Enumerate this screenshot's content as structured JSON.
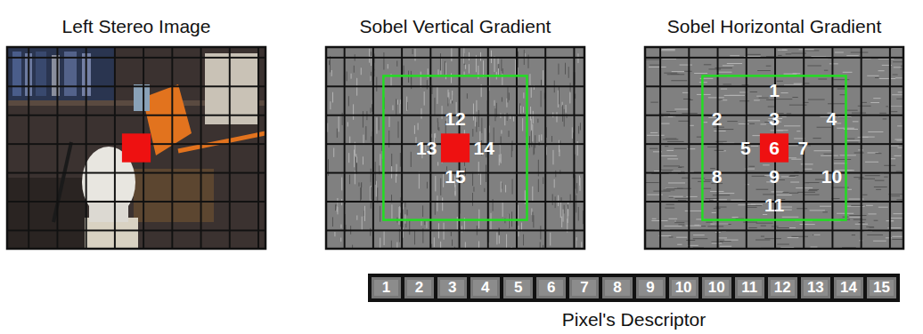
{
  "diagram": {
    "nodes": [
      {
        "text": [
          "Pixel's Descriptor"
        ]
      },
      {
        "text": [
          "1"
        ],
        "in": 0
      },
      {
        "text": [
          "2"
        ],
        "in": 0
      },
      {
        "text": [
          "3"
        ],
        "in": 0
      },
      {
        "text": [
          "4"
        ],
        "in": 0
      },
      {
        "text": [
          "5"
        ],
        "in": 0
      },
      {
        "text": [
          "6"
        ],
        "in": 0
      },
      {
        "text": [
          "7"
        ],
        "in": 0
      },
      {
        "text": [
          "8"
        ],
        "in": 0
      },
      {
        "text": [
          "9"
        ],
        "in": 0
      },
      {
        "text": [
          "10"
        ],
        "in": 0
      },
      {
        "text": [
          "10"
        ],
        "in": 0
      },
      {
        "text": [
          "11"
        ],
        "in": 0
      },
      {
        "text": [
          "12"
        ],
        "in": 0
      },
      {
        "text": [
          "13"
        ],
        "in": 0
      },
      {
        "text": [
          "14"
        ],
        "in": 0
      },
      {
        "text": [
          "15"
        ],
        "in": 0
      }
    ],
    "labels": [
      "Left Stereo Image",
      "Sobel Vertical Gradient",
      "Sobel Horizontal Gradient",
      "12",
      "13",
      "14",
      "15",
      "1",
      "2",
      "3",
      "4",
      "5",
      "6",
      "7",
      "8",
      "9",
      "10",
      "11"
    ]
  }
}
